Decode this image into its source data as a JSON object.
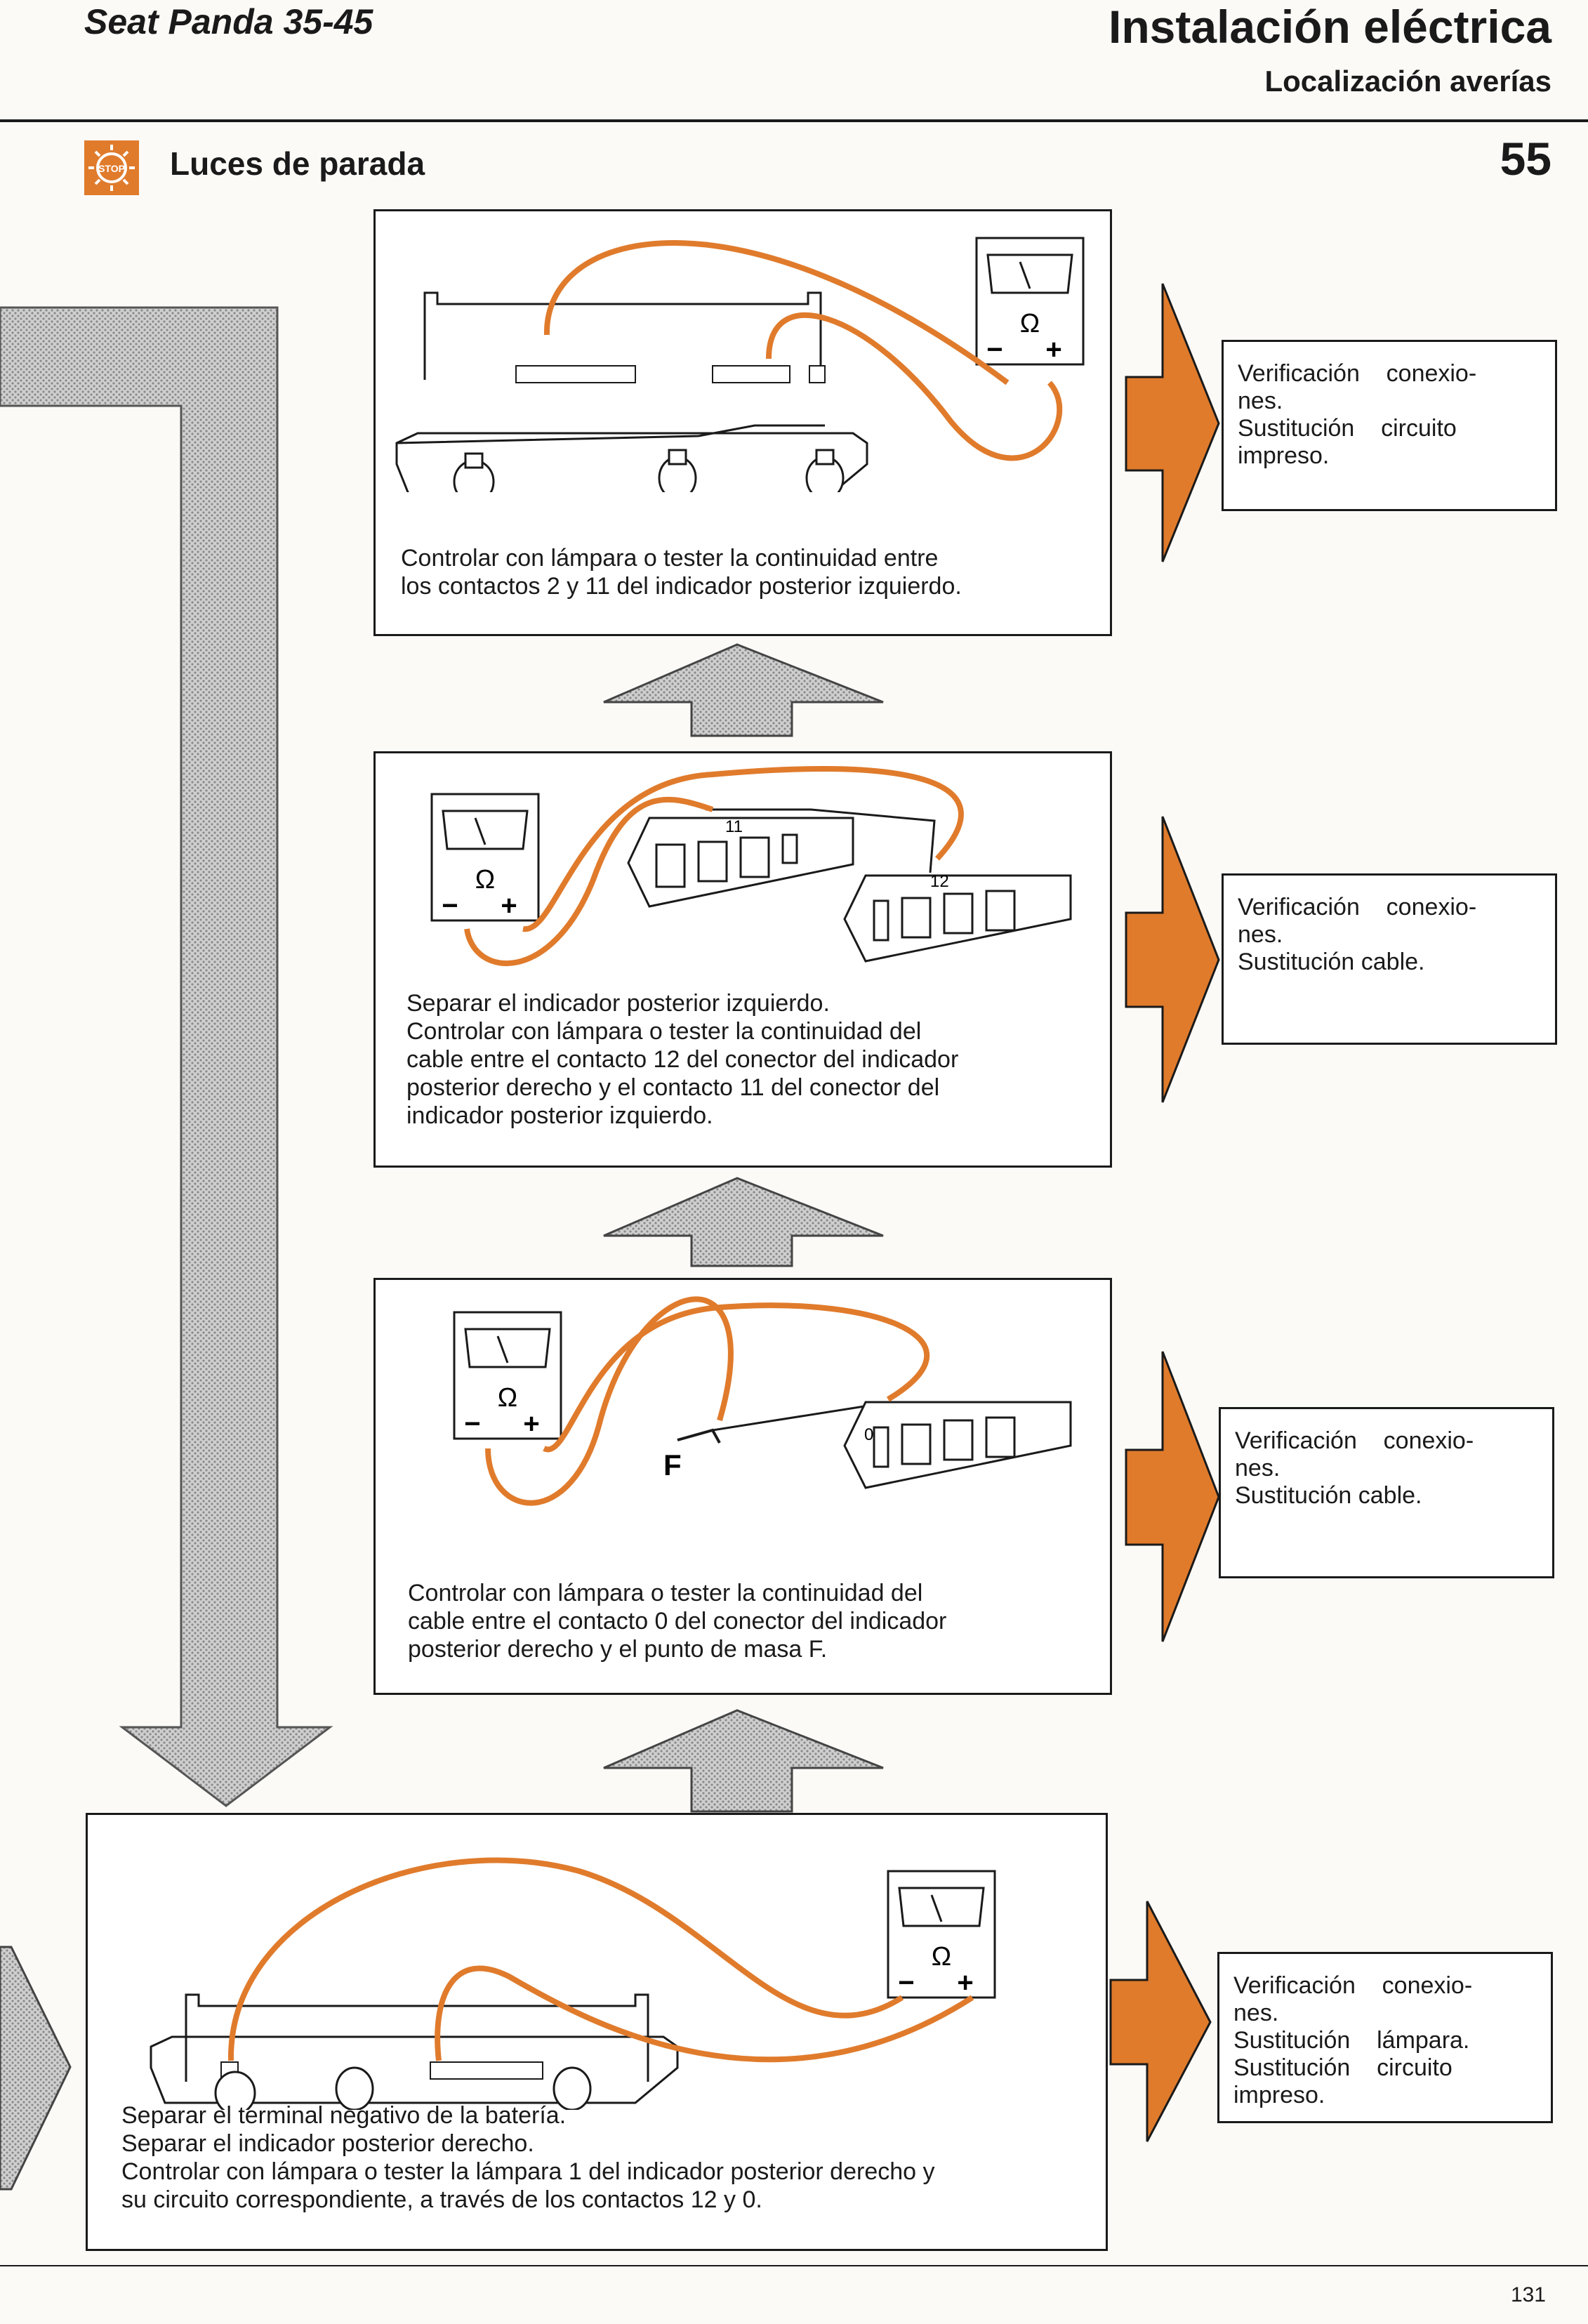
{
  "header": {
    "model": "Seat Panda 35-45",
    "title": "Instalación eléctrica",
    "subtitle": "Localización averías"
  },
  "section": {
    "icon": "stop-lamp-icon",
    "icon_text": "STOP",
    "title": "Luces de parada",
    "number": "55"
  },
  "colors": {
    "accent": "#e07b2c",
    "hatch": "#bdbdbd",
    "ink": "#1a1a1a"
  },
  "steps": [
    {
      "description": [
        "Controlar con lámpara o tester la continuidad entre",
        "los contactos 2 y 11 del indicador posterior izquierdo."
      ],
      "result": [
        "Verificación    conexio-",
        "nes.",
        "Sustitución    circuito",
        "impreso."
      ]
    },
    {
      "description": [
        "Separar el indicador posterior izquierdo.",
        "Controlar con lámpara o tester la continuidad del",
        "cable entre el contacto 12 del conector del indicador",
        "posterior derecho y el contacto 11 del conector del",
        "indicador posterior izquierdo."
      ],
      "result": [
        "Verificación    conexio-",
        "nes.",
        "Sustitución cable."
      ],
      "diagram_labels": {
        "a": "11",
        "b": "12"
      }
    },
    {
      "description": [
        "Controlar con lámpara o tester la continuidad del",
        "cable entre el contacto 0 del conector del indicador",
        "posterior derecho y el punto de masa F."
      ],
      "result": [
        "Verificación    conexio-",
        "nes.",
        "Sustitución cable."
      ],
      "diagram_labels": {
        "ground": "F",
        "contact": "0"
      }
    },
    {
      "description": [
        "Separar el terminal negativo de la batería.",
        "Separar el indicador posterior derecho.",
        "Controlar con lámpara o tester la lámpara 1 del indicador posterior derecho y",
        "su circuito correspondiente, a través de los contactos 12 y 0."
      ],
      "result": [
        "Verificación    conexio-",
        "nes.",
        "Sustitución    lámpara.",
        "Sustitución    circuito",
        "impreso."
      ]
    }
  ],
  "tester": {
    "symbol": "Ω",
    "minus": "−",
    "plus": "+"
  },
  "footer": {
    "page": "131"
  }
}
